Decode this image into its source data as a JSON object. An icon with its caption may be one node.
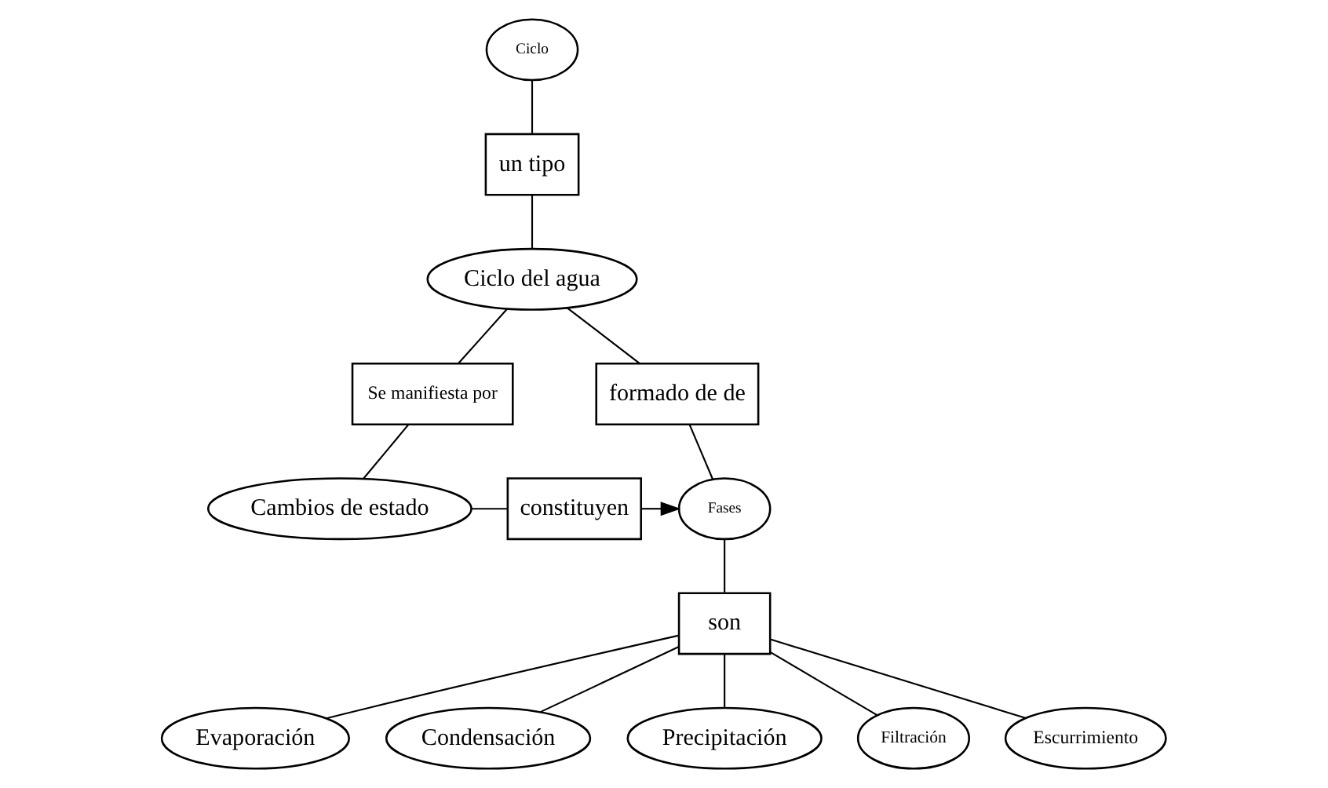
{
  "diagram": {
    "nodes": [
      {
        "text": [
          "Ciclo"
        ]
      },
      {
        "text": [
          "un tipo"
        ]
      },
      {
        "text": [
          "Ciclo del agua"
        ]
      },
      {
        "text": [
          "formado de de"
        ]
      },
      {
        "text": [
          "Se manifiesta por"
        ]
      },
      {
        "text": [
          "Fases"
        ]
      },
      {
        "text": [
          "constituyen"
        ]
      },
      {
        "text": [
          "Cambios de estado"
        ]
      },
      {
        "text": [
          "son"
        ]
      },
      {
        "text": [
          "Evaporación"
        ]
      },
      {
        "text": [
          "Condensación"
        ]
      },
      {
        "text": [
          "Precipitación"
        ]
      },
      {
        "text": [
          "Filtración"
        ]
      },
      {
        "text": [
          "Escurrimiento"
        ]
      }
    ],
    "edges": [
      {
        "from": 0,
        "to": 1,
        "arrow": "none"
      },
      {
        "from": 1,
        "to": 2,
        "arrow": "none"
      },
      {
        "from": 2,
        "to": 3,
        "arrow": "none"
      },
      {
        "from": 3,
        "to": 5,
        "arrow": "none"
      },
      {
        "from": 2,
        "to": 4,
        "arrow": "none"
      },
      {
        "from": 4,
        "to": 7,
        "arrow": "none"
      },
      {
        "from": 7,
        "to": 6,
        "arrow": "none"
      },
      {
        "from": 6,
        "to": 5,
        "arrow": "to"
      },
      {
        "from": 5,
        "to": 8,
        "arrow": "none"
      },
      {
        "from": 8,
        "to": 9,
        "arrow": "none"
      },
      {
        "from": 8,
        "to": 10,
        "arrow": "none"
      },
      {
        "from": 8,
        "to": 11,
        "arrow": "none"
      },
      {
        "from": 8,
        "to": 12,
        "arrow": "none"
      },
      {
        "from": 8,
        "to": 13,
        "arrow": "none"
      }
    ]
  }
}
